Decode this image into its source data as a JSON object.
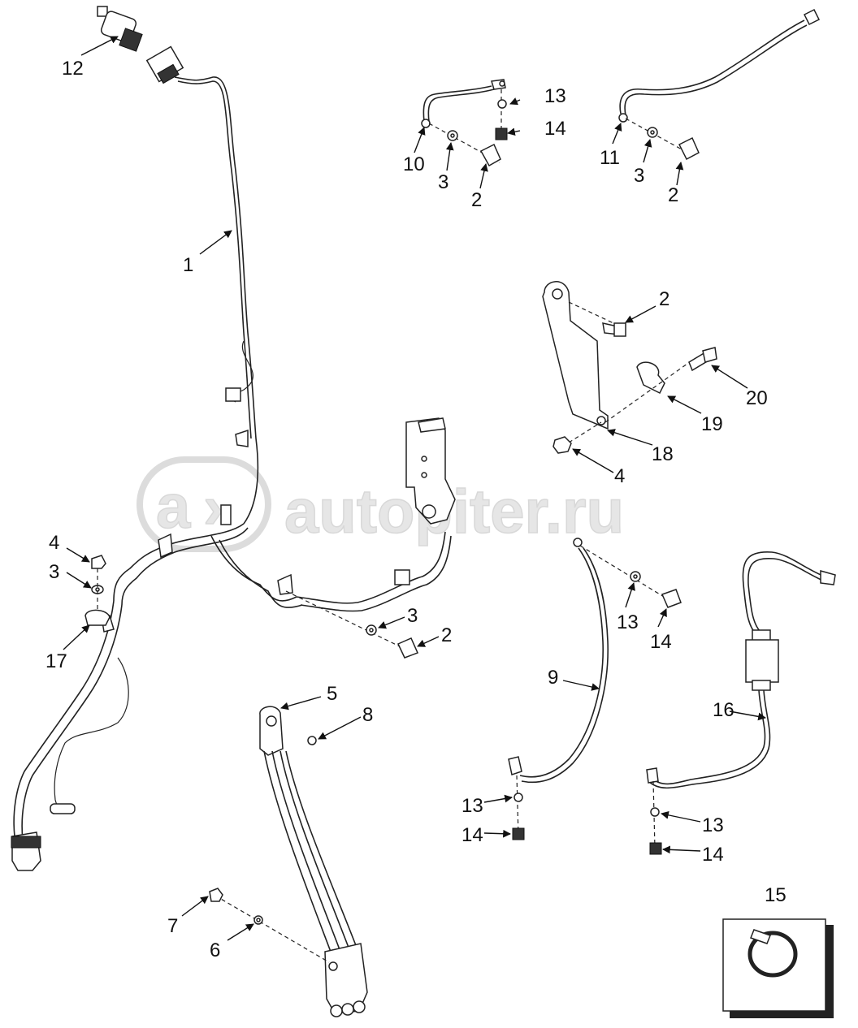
{
  "watermark": {
    "text": "autopiter.ru"
  },
  "callouts": {
    "c1": "1",
    "c2a": "2",
    "c2b": "2",
    "c2c": "2",
    "c2d": "2",
    "c3a": "3",
    "c3b": "3",
    "c3c": "3",
    "c3d": "3",
    "c4a": "4",
    "c4b": "4",
    "c5": "5",
    "c6": "6",
    "c7": "7",
    "c8": "8",
    "c9": "9",
    "c10": "10",
    "c11": "11",
    "c12": "12",
    "c13a": "13",
    "c13b": "13",
    "c13c": "13",
    "c13d": "13",
    "c14a": "14",
    "c14b": "14",
    "c14c": "14",
    "c14d": "14",
    "c15": "15",
    "c16": "16",
    "c17": "17",
    "c18": "18",
    "c19": "19",
    "c20": "20"
  },
  "colors": {
    "line": "#222222",
    "watermark": "#e6e6e6"
  }
}
